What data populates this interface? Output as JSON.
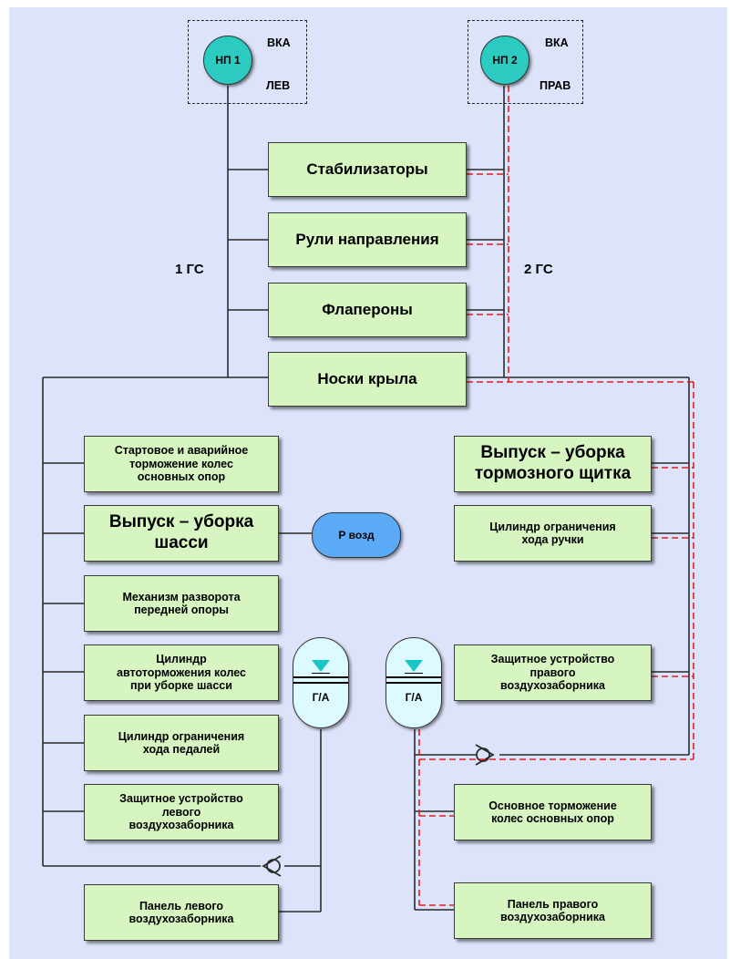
{
  "pumps": {
    "left": {
      "label": "НП 1",
      "tag_top": "ВКА",
      "tag_bottom": "ЛЕВ"
    },
    "right": {
      "label": "НП 2",
      "tag_top": "ВКА",
      "tag_bottom": "ПРАВ"
    }
  },
  "systems": {
    "left": "1 ГС",
    "right": "2 ГС"
  },
  "consumers": {
    "stabilizers": "Стабилизаторы",
    "rudders": "Рули направления",
    "flaperons": "Флапероны",
    "wing_slats": "Носки крыла",
    "start_brake": "Стартовое и аварийное\nторможение колес\nосновных опор",
    "landing_gear": "Выпуск – уборка\nшасси",
    "nose_steering": "Механизм разворота\nпередней опоры",
    "autobrake_cyl": "Цилиндр\nавтоторможения колес\nпри  уборке шасси",
    "pedal_cyl": "Цилиндр ограничения\nхода педалей",
    "left_intake_guard": "Защитное устройство\nлевого\nвоздухозаборника",
    "left_intake_panel": "Панель левого\nвоздухозаборника",
    "speedbrake": "Выпуск – уборка\nтормозного щитка",
    "handle_cyl": "Цилиндр ограничения\nхода ручки",
    "right_intake_guard": "Защитное устройство\nправого\nвоздухозаборника",
    "main_brake": "Основное торможение\nколес основных опор",
    "right_intake_panel": "Панель правого\nвоздухозаборника"
  },
  "air_pressure": "Р возд",
  "accumulators": {
    "left": "Г/А",
    "right": "Г/А"
  },
  "colors": {
    "background": "#dde3fa",
    "box_fill": "#d6f5c0",
    "pump_fill": "#2ccbc2",
    "air_fill": "#5aaaf5",
    "accumulator_fill": "#dcfaff",
    "line_dark": "#2b2b2b",
    "line_red": "#e02020"
  }
}
